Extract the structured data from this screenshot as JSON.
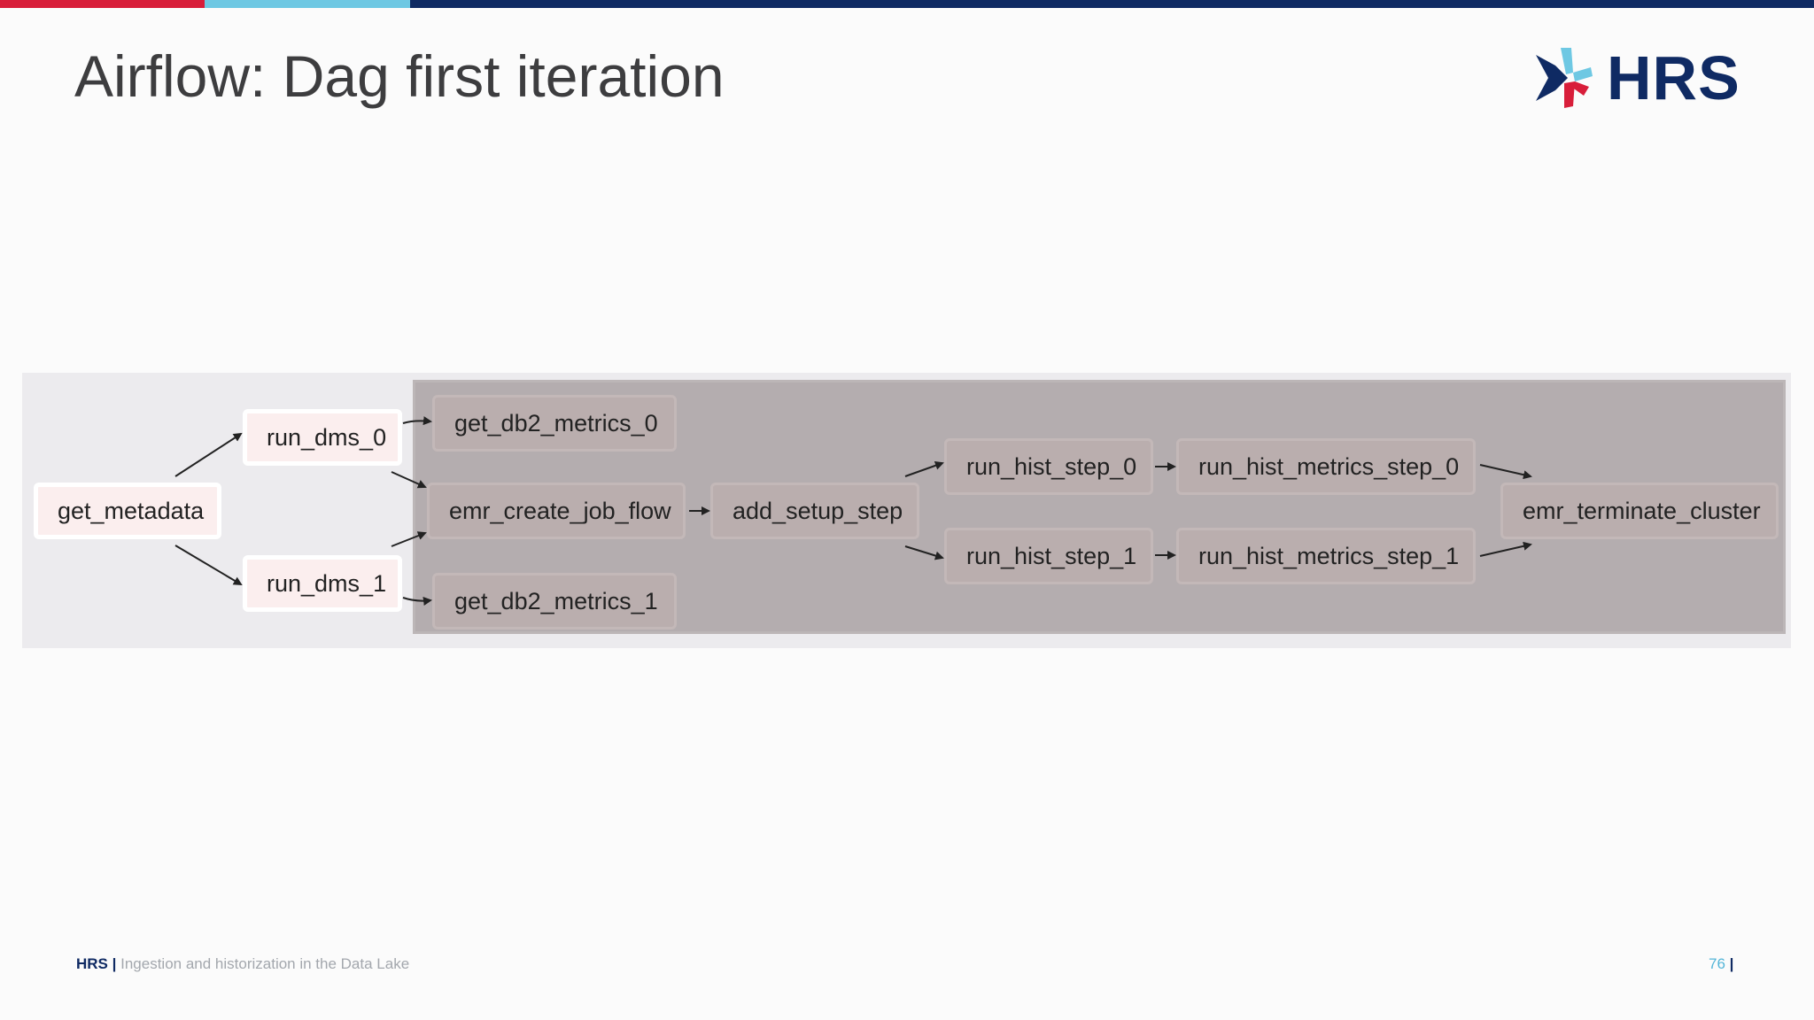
{
  "colors": {
    "accent_red": "#d81e3a",
    "accent_light_blue": "#6ec8e3",
    "accent_navy": "#0f2a63"
  },
  "slide": {
    "title": "Airflow: Dag first iteration"
  },
  "logo": {
    "text": "HRS",
    "icon": "hrs-star-icon"
  },
  "dag": {
    "nodes": {
      "get_metadata": "get_metadata",
      "run_dms_0": "run_dms_0",
      "run_dms_1": "run_dms_1",
      "get_db2_metrics_0": "get_db2_metrics_0",
      "emr_create_job_flow": "emr_create_job_flow",
      "get_db2_metrics_1": "get_db2_metrics_1",
      "add_setup_step": "add_setup_step",
      "run_hist_step_0": "run_hist_step_0",
      "run_hist_step_1": "run_hist_step_1",
      "run_hist_metrics_step_0": "run_hist_metrics_step_0",
      "run_hist_metrics_step_1": "run_hist_metrics_step_1",
      "emr_terminate_cluster": "emr_terminate_cluster"
    },
    "edges": [
      [
        "get_metadata",
        "run_dms_0"
      ],
      [
        "get_metadata",
        "run_dms_1"
      ],
      [
        "run_dms_0",
        "get_db2_metrics_0"
      ],
      [
        "run_dms_0",
        "emr_create_job_flow"
      ],
      [
        "run_dms_1",
        "emr_create_job_flow"
      ],
      [
        "run_dms_1",
        "get_db2_metrics_1"
      ],
      [
        "emr_create_job_flow",
        "add_setup_step"
      ],
      [
        "add_setup_step",
        "run_hist_step_0"
      ],
      [
        "add_setup_step",
        "run_hist_step_1"
      ],
      [
        "run_hist_step_0",
        "run_hist_metrics_step_0"
      ],
      [
        "run_hist_step_1",
        "run_hist_metrics_step_1"
      ],
      [
        "run_hist_metrics_step_0",
        "emr_terminate_cluster"
      ],
      [
        "run_hist_metrics_step_1",
        "emr_terminate_cluster"
      ]
    ]
  },
  "footer": {
    "brand": "HRS |",
    "text": "Ingestion and historization in the Data Lake",
    "page": "76",
    "page_bar": "|"
  }
}
